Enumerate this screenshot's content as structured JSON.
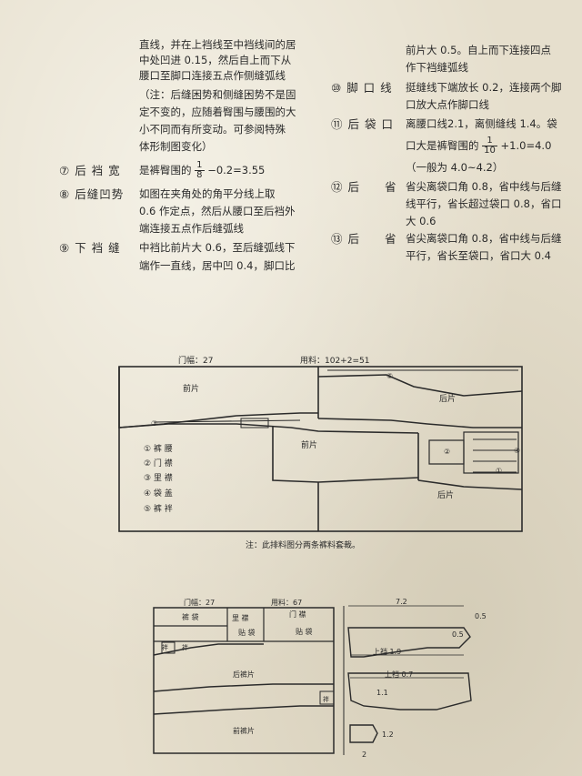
{
  "left_col": {
    "lines": [
      "直线，并在上裆线至中裆线间的居",
      "中处凹进 0.15，然后自上而下从",
      "腰口至脚口连接五点作侧缝弧线",
      "（注：后缝困势和侧缝困势不是固",
      "定不变的，应随着臀围与腰围的大",
      "小不同而有所变动。可参阅特殊",
      "体形制图变化）"
    ],
    "item7": {
      "num": "⑦",
      "title": "后 裆 宽",
      "text_pre": "是裤臀围的",
      "frac_top": "1",
      "frac_bot": "8",
      "text_post": "−0.2=3.55"
    },
    "item8": {
      "num": "⑧",
      "title": "后缝凹势",
      "lines": [
        "如图在夹角处的角平分线上取",
        "0.6 作定点，然后从腰口至后裆外",
        "端连接五点作后缝弧线"
      ]
    },
    "item9": {
      "num": "⑨",
      "title": "下 裆 缝",
      "lines": [
        "中裆比前片大 0.6，至后缝弧线下",
        "端作一直线，居中凹 0.4，脚口比"
      ]
    }
  },
  "right_col": {
    "top_lines": [
      "前片大 0.5。自上而下连接四点",
      "作下裆缝弧线"
    ],
    "item10": {
      "num": "⑩",
      "title": "脚 口 线",
      "lines": [
        "挺缝线下端放长 0.2，连接两个脚",
        "口放大点作脚口线"
      ]
    },
    "item11": {
      "num": "⑪",
      "title": "后 袋 口",
      "lines": [
        "离腰口线2.1，离侧缝线 1.4。袋"
      ],
      "line2_pre": "口大是裤臀围的",
      "frac_top": "1",
      "frac_bot": "10",
      "line2_post": "+1.0=4.0",
      "line3": "（一般为 4.0~4.2）"
    },
    "item12": {
      "num": "⑫",
      "title": "后　　省",
      "lines": [
        "省尖离袋口角 0.8，省中线与后缝",
        "线平行，省长超过袋口 0.8，省口",
        "大 0.6"
      ]
    },
    "item13": {
      "num": "⑬",
      "title": "后　　省",
      "lines": [
        "省尖离袋口角 0.8，省中线与后缝",
        "平行，省长至袋口，省口大 0.4"
      ]
    }
  },
  "diagram1": {
    "door_width": "门幅：27",
    "fabric": "用料：102+2=51",
    "front": "前片",
    "back": "后片",
    "legend": [
      "① 裤 腰",
      "② 门 襟",
      "③ 里 襟",
      "④ 袋 盖",
      "⑤ 裤 袢"
    ],
    "markers": [
      "①",
      "②",
      "③",
      "④",
      "⑤"
    ],
    "note": "注：此排料图分两条裤料套裁。"
  },
  "diagram2": {
    "door_width": "门幅：27",
    "fabric": "用料：67",
    "labels": [
      "裤 袋",
      "里 襟",
      "门 襟",
      "贴 袋",
      "贴 袋",
      "袢",
      "袢",
      "后裤片",
      "袢",
      "前裤片"
    ]
  },
  "diagram3": {
    "dims": [
      "7.2",
      "0.5",
      "0.5",
      "上裆 1.9",
      "上裆 0.7",
      "1.1",
      "1.2",
      "2"
    ]
  }
}
